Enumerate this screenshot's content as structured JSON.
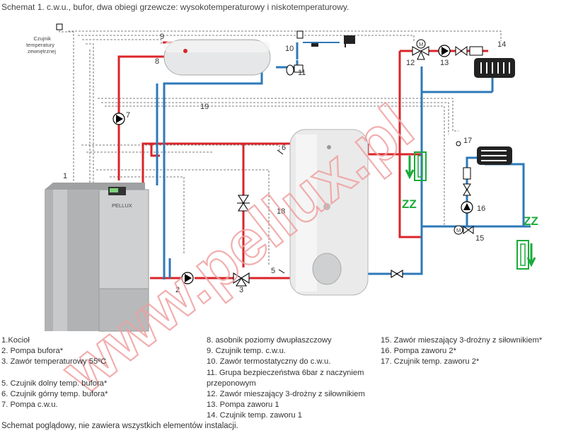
{
  "title": "Schemat 1. c.w.u., bufor, dwa obiegi grzewcze: wysokotemperaturowy  i niskotemperaturowy.",
  "sensor_label": [
    "Czujnik",
    "temperatury",
    "zewnętrznej"
  ],
  "watermark": "www.pellux.pl",
  "zz_label": "ZZ",
  "boiler_brand": "PELLUX",
  "numbers": [
    "1",
    "2",
    "3",
    "5",
    "6",
    "7",
    "8",
    "9",
    "10",
    "11",
    "12",
    "13",
    "14",
    "15",
    "16",
    "17",
    "18",
    "19"
  ],
  "legend_col1": [
    "1.Kocioł",
    "2. Pompa bufora*",
    "3. Zawór temperaturowy 55ºC",
    "",
    "5. Czujnik dolny temp. bufora*",
    "6. Czujnik górny temp. bufora*",
    "7. Pompa c.w.u."
  ],
  "legend_col2": [
    "8.             asobnik poziomy dwupłaszczowy",
    "9. Czujnik temp. c.w.u.",
    "10. Zawór termostatyczny do c.w.u.",
    "11. Grupa bezpieczeństwa 6bar z naczyniem",
    "przeponowym",
    "12. Zawór mieszający 3-drożny z siłownikiem",
    "13. Pompa zaworu 1",
    "14. Czujnik temp. zaworu 1"
  ],
  "legend_col3": [
    "15. Zawór mieszający 3-drożny z siłownikiem*",
    "16. Pompa zaworu 2*",
    "17. Czujnik temp. zaworu 2*"
  ],
  "caption": "Schemat poglądowy, nie zawiera wszystkich elementów instalacji.",
  "colors": {
    "supply": "#d9252a",
    "return": "#2e78b8",
    "sensor_wire": "#555555",
    "zz": "#1aaa3a",
    "watermark": "#f0a0a0"
  }
}
